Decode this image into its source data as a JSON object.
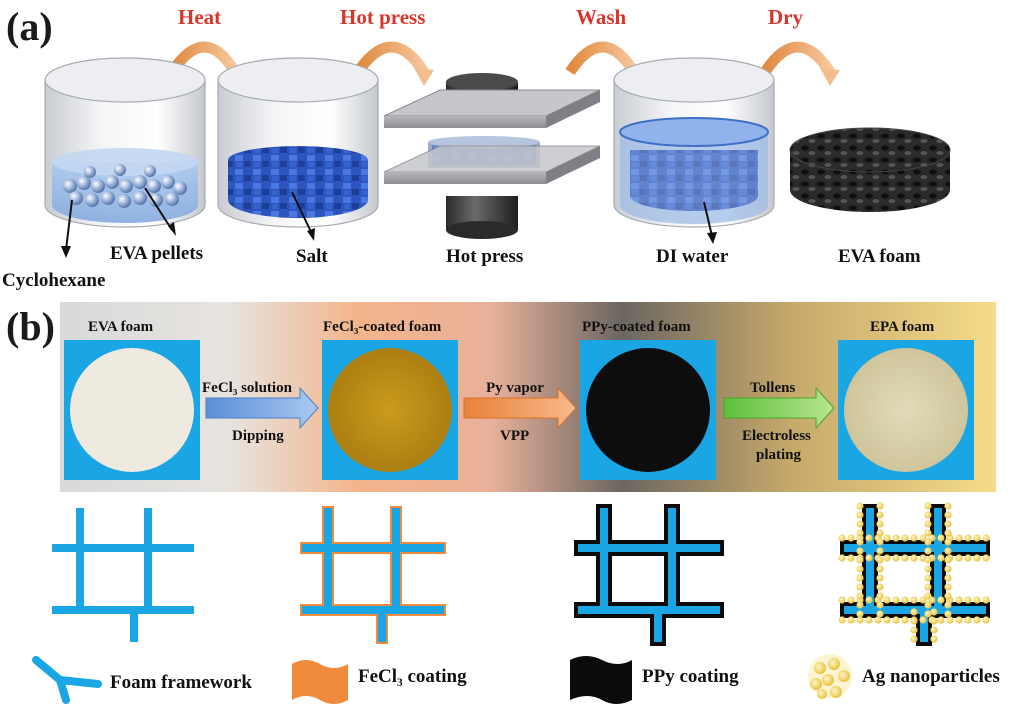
{
  "panel_a": {
    "tag": "(a)",
    "steps": [
      "Heat",
      "Hot press",
      "Wash",
      "Dry"
    ],
    "labels": {
      "eva_pellets": "EVA pellets",
      "cyclohexane": "Cyclohexane",
      "salt": "Salt",
      "hot_press": "Hot press",
      "di_water": "DI water",
      "eva_foam": "EVA foam"
    }
  },
  "panel_b": {
    "tag": "(b)",
    "samples": [
      "EVA foam",
      "FeCl₃-coated foam",
      "PPy-coated foam",
      "EPA foam"
    ],
    "arrows": [
      {
        "top": "FeCl₃ solution",
        "bottom": "Dipping"
      },
      {
        "top": "Py vapor",
        "bottom": "VPP"
      },
      {
        "top": "Tollens",
        "bottom": "Electroless plating"
      }
    ]
  },
  "legend": [
    "Foam framework",
    "FeCl₃ coating",
    "PPy coating",
    "Ag nanoparticles"
  ],
  "colors": {
    "red_text": "#d9362b",
    "foam_blue": "#1ba6e6",
    "fecl3_orange": "#f08a3c",
    "ppy_black": "#0b0b0b",
    "ag_yellow": "#f3d35a",
    "salt_blue": "#2b59c3"
  }
}
